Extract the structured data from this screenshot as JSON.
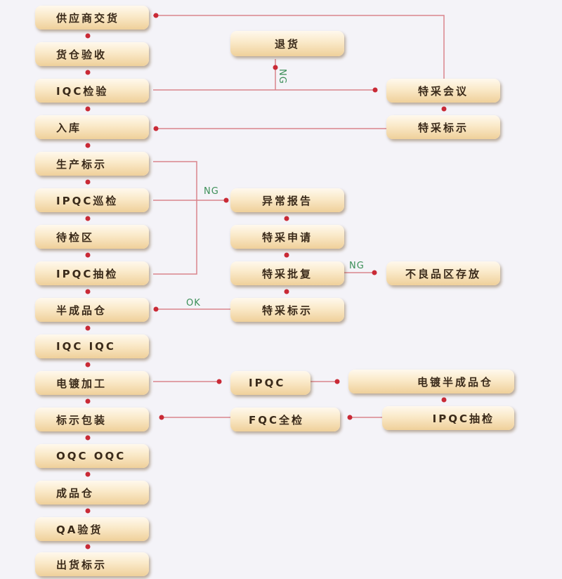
{
  "main_flow": [
    "供应商交货",
    "货仓验收",
    "IQC检验",
    "入库",
    "生产标示",
    "IPQC巡检",
    "待检区",
    "IPQC抽检",
    "半成品仓",
    "IQC IQC",
    "电镀加工",
    "标示包装",
    "OQC OQC",
    "成品仓",
    "QA验货",
    "出货标示"
  ],
  "side_boxes": {
    "return_goods": "退货",
    "special_meeting": "特采会议",
    "special_mark": "特采标示",
    "abnormal_report": "异常报告",
    "special_application": "特采申请",
    "special_approval": "特采批复",
    "special_mark_2": "特采标示",
    "defect_storage": "不良品区存放",
    "ipqc": "IPQC",
    "plating_semi_store": "电镀半成品仓",
    "fqc_full_inspection": "FQC全检",
    "ipqc_sampling": "IPQC抽检"
  },
  "labels": {
    "ng_1": "NG",
    "ng_2": "NG",
    "ng_3": "NG",
    "ok": "OK"
  },
  "colors": {
    "line": "#d9848c",
    "dot": "#c92a36",
    "label": "#3c8f58"
  }
}
